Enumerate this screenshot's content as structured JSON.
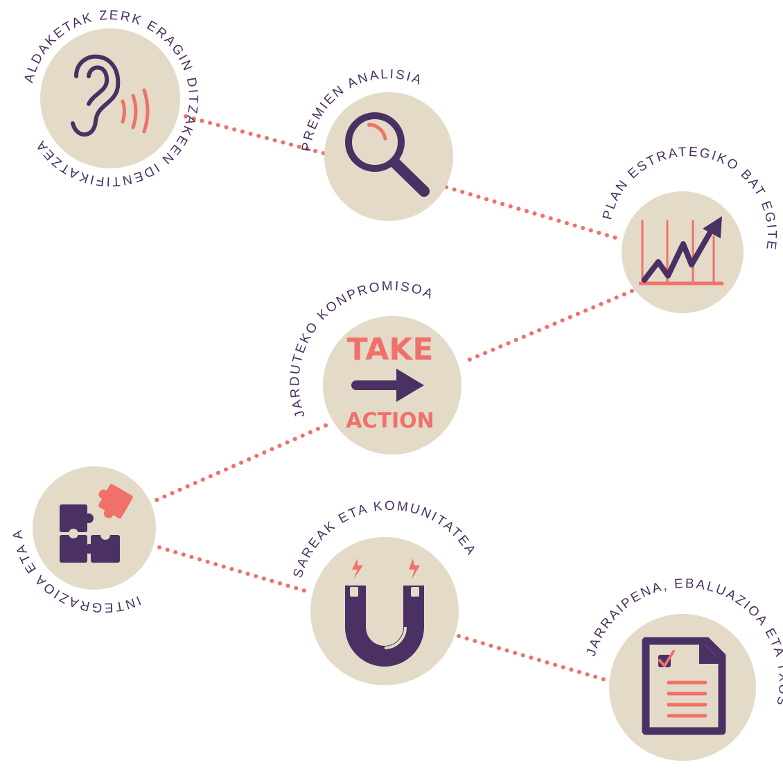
{
  "colors": {
    "circle": "#e3dac8",
    "accent": "#f0716a",
    "dark": "#4a3063"
  },
  "steps": [
    {
      "label_top": "ALDAKETAK ZERK ERAGIN DITZAKEEN IDENTIFIKATZEA",
      "label_bottom": "",
      "icon": "ear-icon"
    },
    {
      "label_top": "PREMIEN ANALISIA",
      "icon": "magnifier-icon"
    },
    {
      "label_top": "PLAN ESTRATEGIKO BAT EGITEA",
      "icon": "growth-chart-icon"
    },
    {
      "label_top": "JARDUTEKO KONPROMISOA",
      "icon": "take-action-icon",
      "take": "TAKE",
      "action": "ACTION"
    },
    {
      "label_top": "INTEGRAZIOA ETA APLIKAZIOA",
      "icon": "puzzle-icon"
    },
    {
      "label_top": "SAREAK ETA KOMUNITATEA",
      "icon": "magnet-icon"
    },
    {
      "label_top": "JARRAIPENA, EBALUAZIOA ETA TXOSTENAK AURKEZTEA",
      "icon": "report-document-icon"
    }
  ]
}
